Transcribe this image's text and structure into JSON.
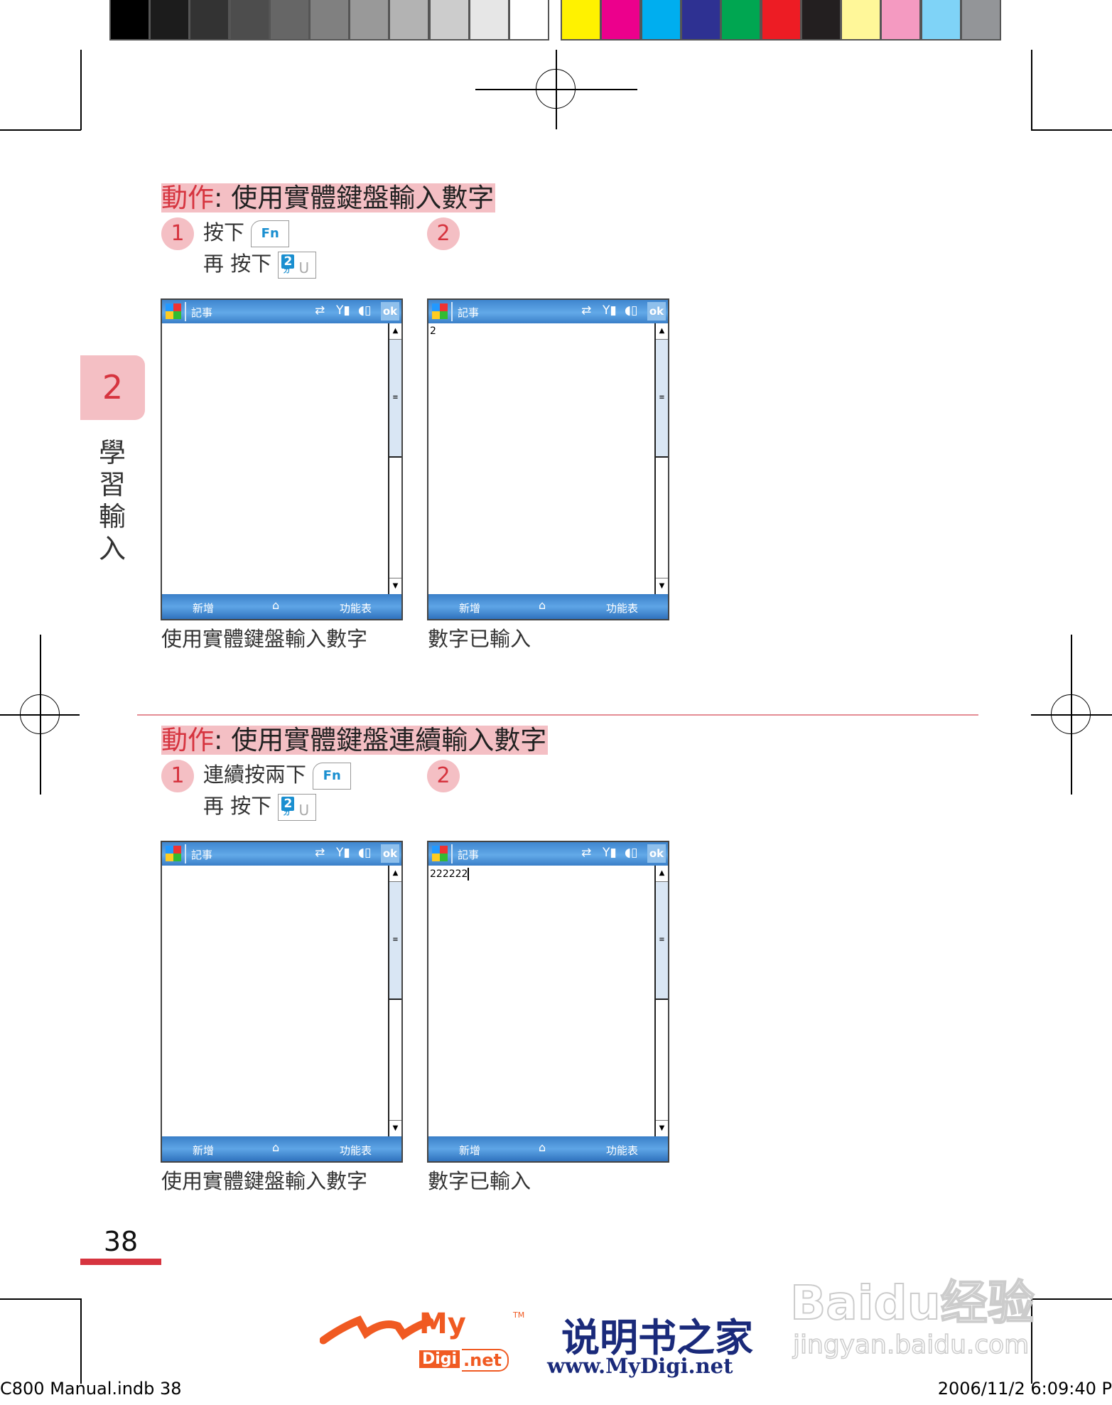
{
  "colors": {
    "accent": "#d6343f",
    "highlight": "#f4bfc4",
    "screen_blue": "#4a93d9"
  },
  "color_bar": {
    "grays": [
      "#000000",
      "#1c1c1c",
      "#333333",
      "#4d4d4d",
      "#666666",
      "#808080",
      "#999999",
      "#b3b3b3",
      "#cccccc",
      "#e6e6e6",
      "#ffffff"
    ],
    "colors": [
      "#fff200",
      "#ec008c",
      "#00aeef",
      "#2e3192",
      "#00a651",
      "#ed1c24",
      "#231f20",
      "#fff799",
      "#f49ac1",
      "#7fd3f7",
      "#939598"
    ]
  },
  "side_tab": {
    "number": "2",
    "label": "學習輸入"
  },
  "sections": [
    {
      "heading_prefix": "動作",
      "heading_text": ": 使用實體鍵盤輸入數字",
      "step1": {
        "num": "1",
        "line1": "按下",
        "line2": "再 按下"
      },
      "step2": {
        "num": "2"
      },
      "key_fn": "Fn",
      "key_2": {
        "digit": "2",
        "bopomofo": "ㄉ",
        "letter": "U",
        "extra": "ˉ"
      },
      "screens": [
        {
          "content": "",
          "cursor": false,
          "caption": "使用實體鍵盤輸入數字"
        },
        {
          "content": "2",
          "cursor": false,
          "caption": "數字已輸入"
        }
      ]
    },
    {
      "heading_prefix": "動作",
      "heading_text": ": 使用實體鍵盤連續輸入數字",
      "step1": {
        "num": "1",
        "line1": "連續按兩下",
        "line2": "再 按下"
      },
      "step2": {
        "num": "2"
      },
      "key_fn": "Fn",
      "key_2": {
        "digit": "2",
        "bopomofo": "ㄉ",
        "letter": "U",
        "extra": "ˉ"
      },
      "screens": [
        {
          "content": "",
          "cursor": false,
          "caption": "使用實體鍵盤輸入數字"
        },
        {
          "content": "222222",
          "cursor": true,
          "caption": "數字已輸入"
        }
      ]
    }
  ],
  "device": {
    "app_title": "記事",
    "ok": "ok",
    "left_softkey": "新增",
    "right_softkey": "功能表",
    "icons": [
      "windows-start-icon",
      "sync-icon",
      "signal-icon",
      "volume-icon",
      "keyboard-icon"
    ]
  },
  "page_number": "38",
  "footer": {
    "left": "C800 Manual.indb   38",
    "right": "2006/11/2   6:09:40 P"
  },
  "watermarks": {
    "mydigi_my": "My",
    "mydigi_tm": "TM",
    "mydigi_digi": "Digi",
    "mydigi_net": ".net",
    "mydigi_cn": "说明书之家",
    "mydigi_url": "www.MyDigi.net",
    "baidu": "Baidu经验",
    "baidu_url": "jingyan.baidu.com"
  }
}
